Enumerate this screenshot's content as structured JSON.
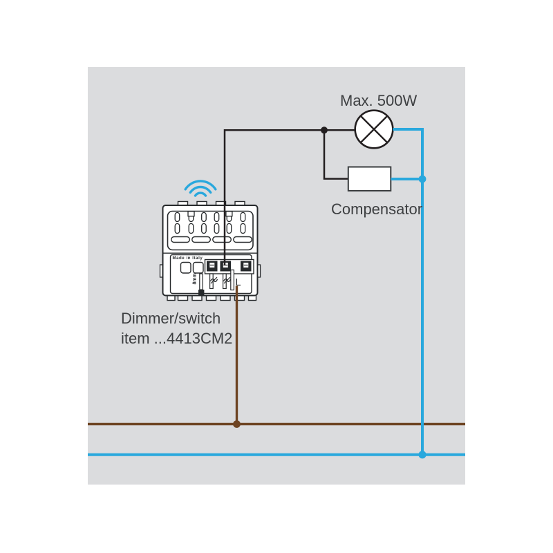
{
  "labels": {
    "max_load": "Max. 500W",
    "compensator": "Compensator",
    "device_line1": "Dimmer/switch",
    "device_line2": "item ...4413CM2"
  },
  "device": {
    "made_in": "Made in Italy",
    "wire_gauge": "8mm",
    "terminal_live": "L"
  },
  "icons": {
    "wifi": "wifi-signal-icon",
    "lamp": "lamp-load-icon"
  },
  "colors": {
    "panel_background": "#dbdcde",
    "wire_black": "#231f20",
    "wire_neutral_blue": "#29a8dd",
    "wire_live_brown": "#6e4423",
    "wifi_blue": "#29a8dd",
    "label_text": "#3d3f41"
  }
}
